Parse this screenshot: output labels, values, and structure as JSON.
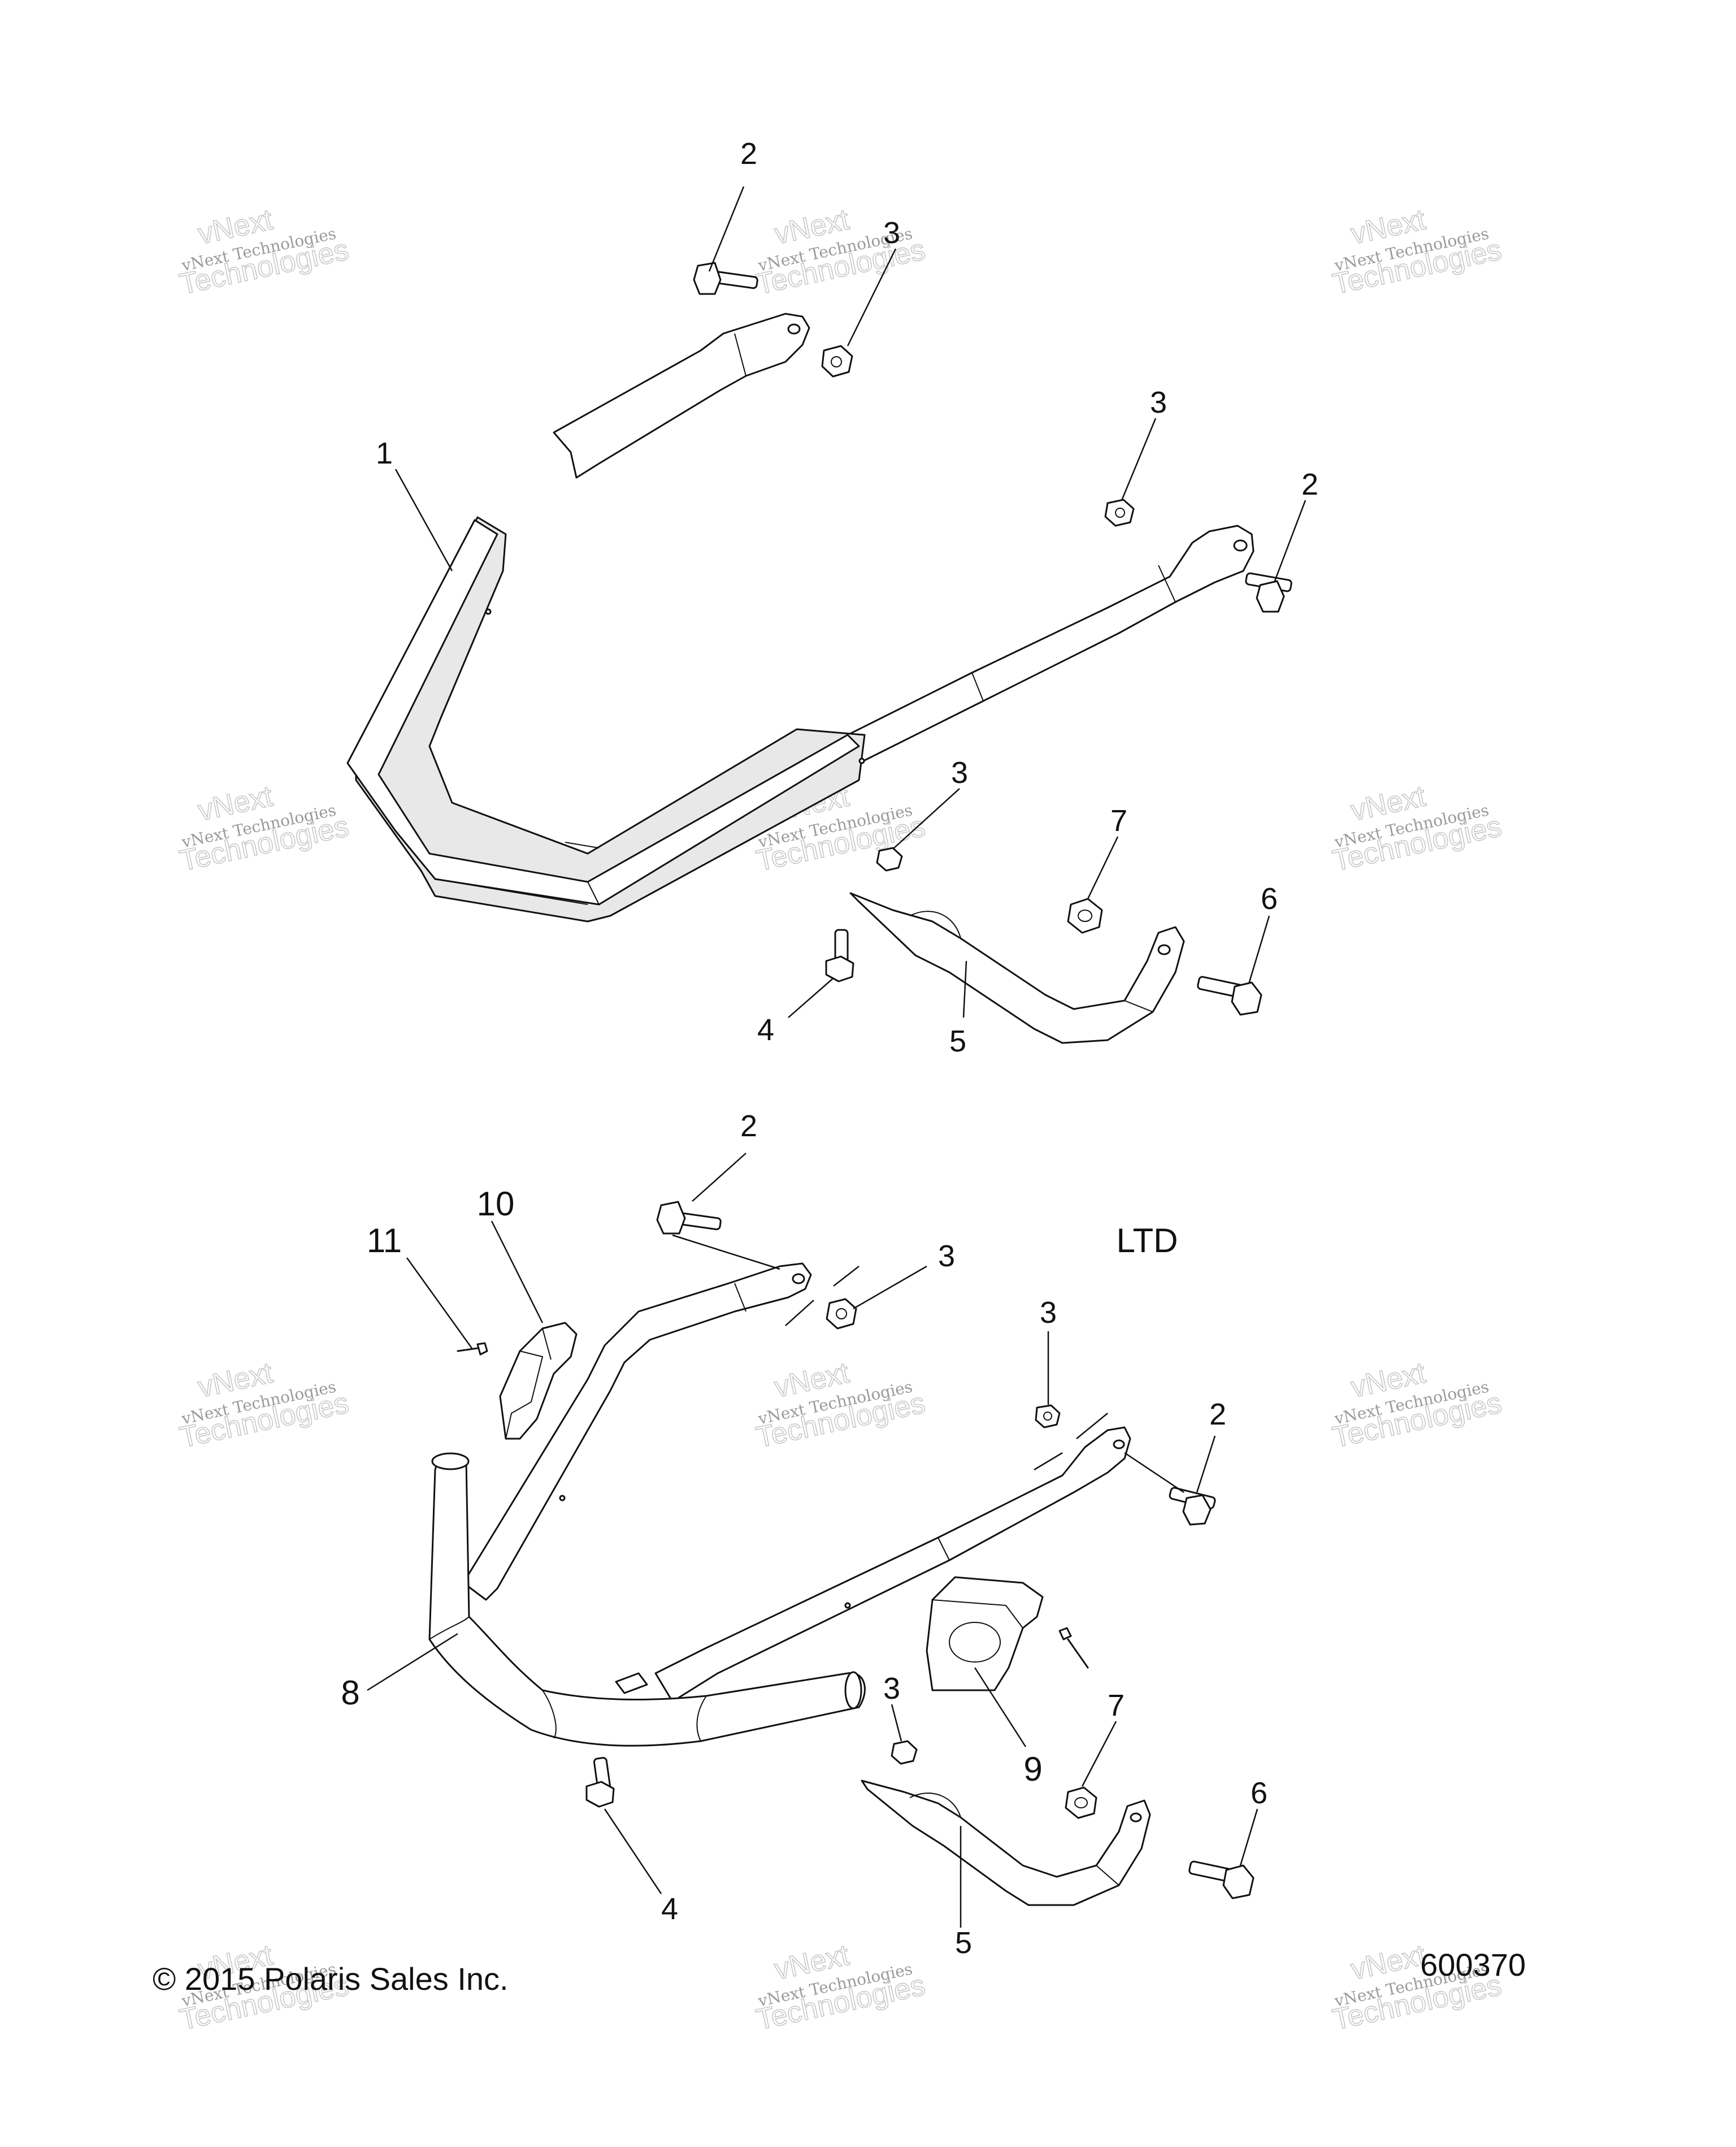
{
  "diagram": {
    "variant_label": "LTD",
    "copyright": "© 2015 Polaris Sales Inc.",
    "drawing_number": "600370",
    "watermark": {
      "line1": "vNext Technologies",
      "line2": "vNext",
      "line3": "Technologies"
    },
    "callouts_top": {
      "c1": "1",
      "c2a": "2",
      "c2b": "2",
      "c3a": "3",
      "c3b": "3",
      "c3c": "3",
      "c4": "4",
      "c5": "5",
      "c6": "6",
      "c7": "7"
    },
    "callouts_bottom": {
      "c2a": "2",
      "c2b": "2",
      "c3a": "3",
      "c3b": "3",
      "c3c": "3",
      "c4": "4",
      "c5": "5",
      "c6": "6",
      "c7": "7",
      "c8": "8",
      "c9": "9",
      "c10": "10",
      "c11": "11"
    },
    "colors": {
      "line": "#111111",
      "watermark": "#9a9a9a"
    }
  }
}
